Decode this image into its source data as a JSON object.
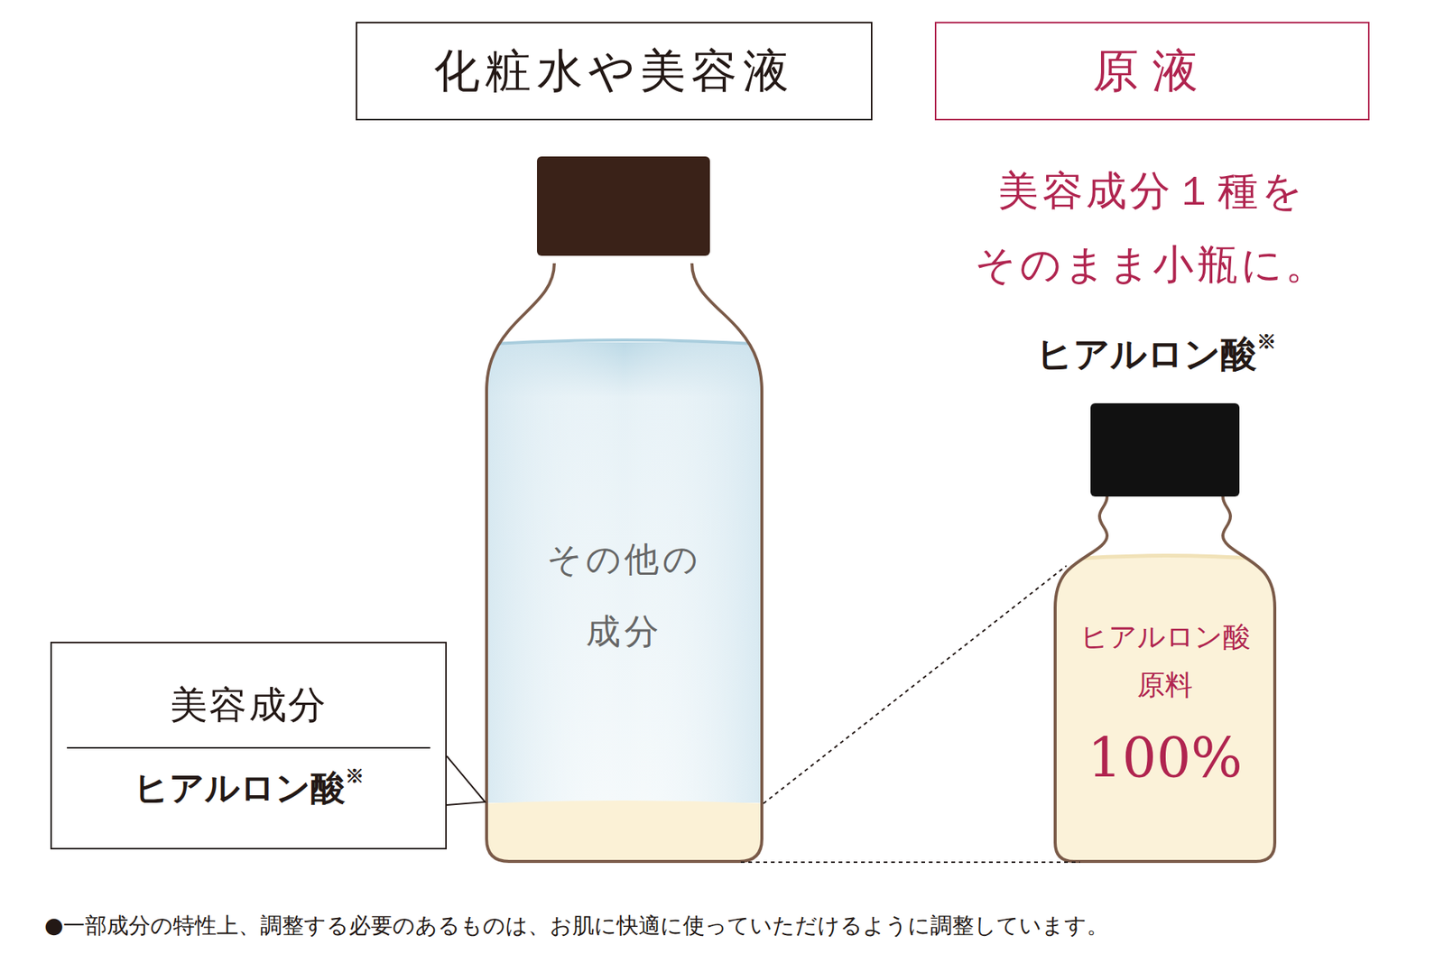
{
  "diagram": {
    "nodes": [
      {
        "text": [
          "化粧水や美容液"
        ]
      },
      {
        "text": [
          "原液"
        ]
      },
      {
        "text": [
          "美容成分",
          "ヒアルロン酸※"
        ]
      }
    ],
    "labels": [
      "美容成分１種を そのまま小瓶に。",
      "ヒアルロン酸※",
      "その他の 成分",
      "ヒアルロン酸 原料",
      "100%",
      "●一部成分の特性上、調整する必要のあるものは、お肌に快適に使っていただけるように調整しています。"
    ]
  }
}
